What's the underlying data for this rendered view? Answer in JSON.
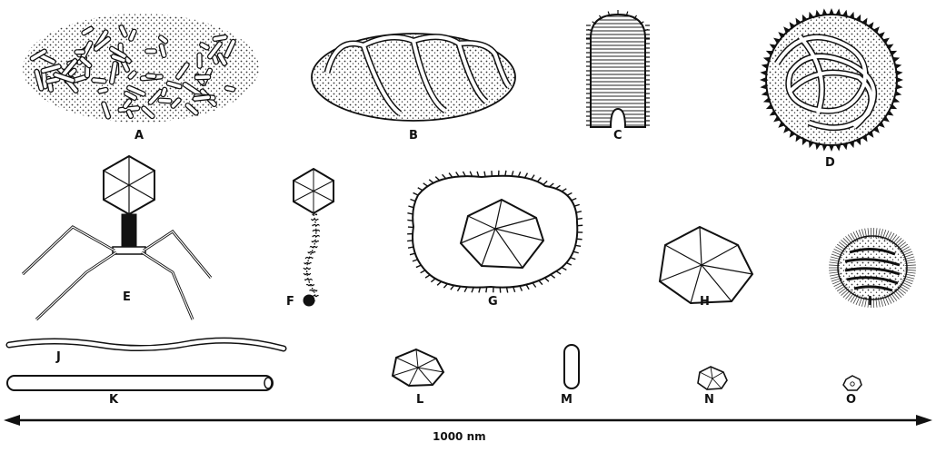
{
  "labels": {
    "A": "A",
    "B": "B",
    "C": "C",
    "D": "D",
    "E": "E",
    "F": "F",
    "G": "G",
    "H": "H",
    "I": "I",
    "J": "J",
    "K": "K",
    "L": "L",
    "M": "M",
    "N": "N",
    "O": "O"
  },
  "scale_bar": {
    "label": "1000 nm",
    "length_nm": 1000
  },
  "colors": {
    "ink": "#111111",
    "paper": "#ffffff",
    "stipple": "#555555"
  }
}
